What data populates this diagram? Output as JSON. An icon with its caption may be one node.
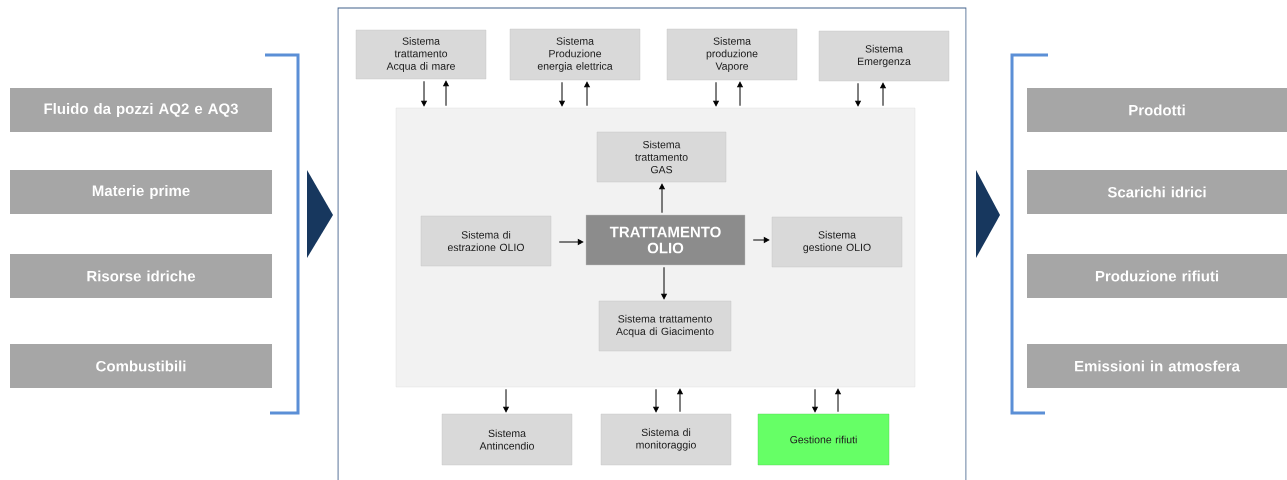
{
  "diagram": {
    "nodes": [
      {
        "text": [
          "Fluido da pozzi AQ2 e AQ3"
        ]
      },
      {
        "text": [
          "Materie prime"
        ]
      },
      {
        "text": [
          "Risorse idriche"
        ]
      },
      {
        "text": [
          "Combustibili"
        ]
      },
      {
        "text": [
          "Sistema trattamento Acqua di mare"
        ]
      },
      {
        "text": [
          "Sistema Produzione energia elettrica"
        ]
      },
      {
        "text": [
          "Sistema produzione Vapore"
        ]
      },
      {
        "text": [
          "Sistema Emergenza"
        ]
      },
      {
        "text": [],
        "shape": "box"
      },
      {
        "text": [
          "Sistema trattamento GAS"
        ],
        "in": 8
      },
      {
        "text": [
          "Sistema di estrazione OLIO"
        ],
        "in": 8
      },
      {
        "text": [
          "TRATTAMENTO OLIO"
        ],
        "in": 8
      },
      {
        "text": [
          "Sistema gestione OLIO"
        ],
        "in": 8
      },
      {
        "text": [
          "Sistema trattamento Acqua di Giacimento"
        ],
        "in": 8
      },
      {
        "text": [
          "Sistema Antincendio"
        ]
      },
      {
        "text": [
          "Sistema di monitoraggio"
        ]
      },
      {
        "text": [
          "Gestione rifiuti"
        ]
      },
      {
        "text": [
          "Prodotti"
        ]
      },
      {
        "text": [
          "Scarichi idrici"
        ]
      },
      {
        "text": [
          "Produzione rifiuti"
        ]
      },
      {
        "text": [
          "Emissioni in atmosfera"
        ]
      }
    ],
    "edges": [
      {
        "from": 4,
        "to": 8,
        "arrow": "to"
      },
      {
        "from": 8,
        "to": 4,
        "arrow": "to"
      },
      {
        "from": 5,
        "to": 8,
        "arrow": "to"
      },
      {
        "from": 8,
        "to": 5,
        "arrow": "to"
      },
      {
        "from": 6,
        "to": 8,
        "arrow": "to"
      },
      {
        "from": 8,
        "to": 6,
        "arrow": "to"
      },
      {
        "from": 7,
        "to": 8,
        "arrow": "to"
      },
      {
        "from": 8,
        "to": 7,
        "arrow": "to"
      },
      {
        "from": 11,
        "to": 9,
        "arrow": "to"
      },
      {
        "from": 10,
        "to": 11,
        "arrow": "to"
      },
      {
        "from": 11,
        "to": 12,
        "arrow": "to"
      },
      {
        "from": 11,
        "to": 13,
        "arrow": "to"
      },
      {
        "from": 8,
        "to": 14,
        "arrow": "to"
      },
      {
        "from": 8,
        "to": 15,
        "arrow": "to"
      },
      {
        "from": 15,
        "to": 8,
        "arrow": "to"
      },
      {
        "from": 8,
        "to": 16,
        "arrow": "to"
      },
      {
        "from": 16,
        "to": 8,
        "arrow": "to"
      }
    ]
  }
}
